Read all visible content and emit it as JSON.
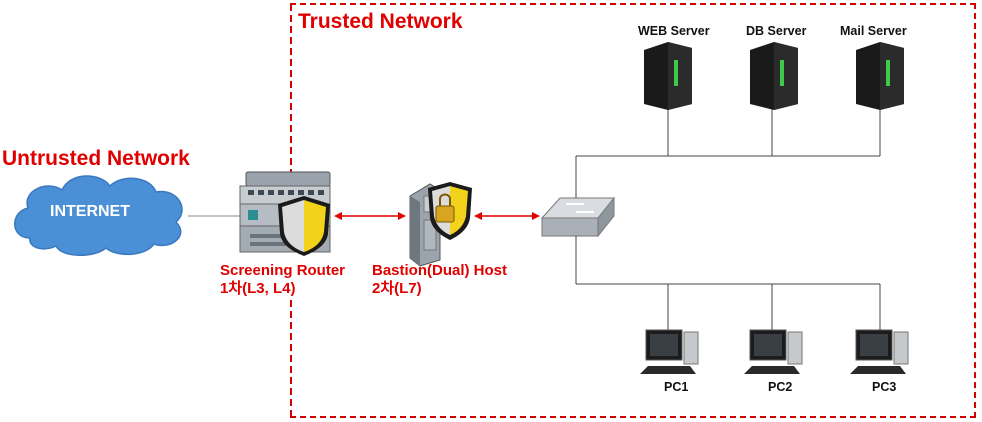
{
  "trusted_title": "Trusted Network",
  "untrusted_title": "Untrusted Network",
  "internet_label": "INTERNET",
  "router": {
    "line1": "Screening Router",
    "line2": "1차(L3, L4)"
  },
  "bastion": {
    "line1": "Bastion(Dual)  Host",
    "line2": "2차(L7)"
  },
  "servers": [
    "WEB Server",
    "DB Server",
    "Mail Server"
  ],
  "pcs": [
    "PC1",
    "PC2",
    "PC3"
  ],
  "colors": {
    "accent_red": "#e00000",
    "cloud_blue": "#4b8fd6",
    "line_gray": "#7f7f7f"
  }
}
